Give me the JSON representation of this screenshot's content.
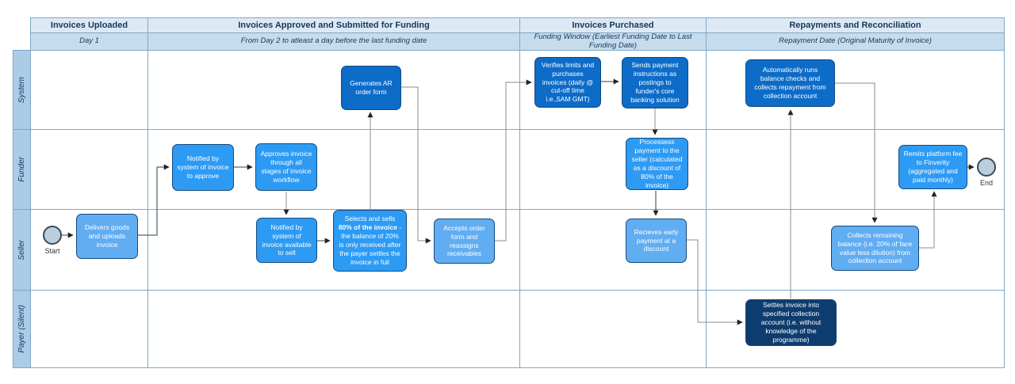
{
  "diagram": {
    "phases": [
      {
        "title": "Invoices Uploaded",
        "subtitle": "Day 1"
      },
      {
        "title": "Invoices Approved and Submitted for Funding",
        "subtitle": "From Day 2 to atleast a day before the last funding date"
      },
      {
        "title": "Invoices Purchased",
        "subtitle": "Funding Window (Earliest Funding Date to Last Funding Date)"
      },
      {
        "title": "Repayments and Reconciliation",
        "subtitle": "Repayment Date (Original Maturity of Invoice)"
      }
    ],
    "lanes": [
      {
        "label": "System"
      },
      {
        "label": "Funder"
      },
      {
        "label": "Seller"
      },
      {
        "label": "Payer (Silent)"
      }
    ],
    "events": {
      "start": "Start",
      "end": "End"
    },
    "nodes": {
      "generates_ar": {
        "label": "Generates AR order form"
      },
      "verifies": {
        "label": "Verifies limits and purchases invoices (daily @ cut-off time i.e.,5AM GMT)"
      },
      "sends_payment": {
        "label": "Sends payment instructions as postings to funder's core banking solution"
      },
      "auto_runs": {
        "label": "Automatically runs balance checks and collects repayment from collection account"
      },
      "notified_approve": {
        "label": "Notified by system of invoice to approve"
      },
      "approves": {
        "label": "Approves invoice through all stages of invoice workflow"
      },
      "processess": {
        "label": "Processess payment to the seller (calculated as a discount of 80% of the invoice)"
      },
      "remits": {
        "label": "Remits platform fee to Finverity (aggregated and paid monthly)"
      },
      "delivers": {
        "label": "Delivers goods and uploads invoice"
      },
      "notified_sell": {
        "label": "Notified by system of invoice available to sell"
      },
      "selects": {
        "pre": "Selects and sells ",
        "bold": "80% of the invoice",
        "post": " - the balance of 20% is only received after the payer settles the invoice in full"
      },
      "accepts": {
        "label": "Accepts order form and reassigns receivables"
      },
      "recieves": {
        "label": "Recieves early payment at a discount"
      },
      "collects": {
        "label": "Collects remaining balance (i.e. 20% of face value less dilution) from collection account"
      },
      "settles": {
        "label": "Settles invoice into specified collection account (i.e. without knowledge of the programme)"
      }
    },
    "colors": {
      "phase_title_bg": "#dce9f5",
      "phase_subtitle_bg": "#c6dcec",
      "lane_label_bg": "#accbe6",
      "grid_line": "#7ea8c9",
      "node_dark_blue": "#0d6cc8",
      "node_bright_blue": "#2d9bf4",
      "node_light_blue": "#61adf2",
      "node_navy": "#0e3c6e",
      "event_fill": "#b9cede",
      "header_text": "#17365d"
    }
  }
}
